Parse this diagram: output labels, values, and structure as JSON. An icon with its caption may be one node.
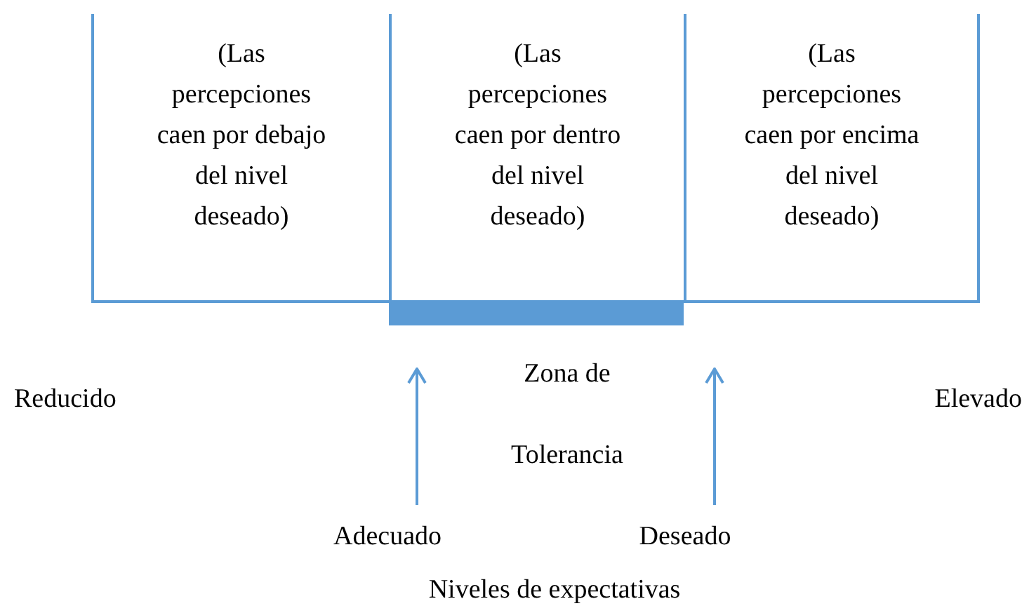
{
  "diagram": {
    "nodes": [
      {
        "text": [
          "(Las percepciones caen por debajo del nivel deseado)"
        ]
      },
      {
        "text": [
          "(Las percepciones caen por dentro del nivel deseado)"
        ]
      },
      {
        "text": [
          "(Las percepciones caen por encima del nivel deseado)"
        ]
      },
      {
        "text": [
          "Adecuado"
        ]
      },
      {
        "text": [
          "Deseado"
        ]
      },
      {
        "text": [],
        "shape": "bar"
      }
    ],
    "edges": [
      {
        "from": 3,
        "to": null,
        "arrow": "to"
      },
      {
        "from": 4,
        "to": null,
        "arrow": "to"
      }
    ],
    "labels": [
      "Zona de Tolerancia",
      "Reducido",
      "Elevado",
      "Niveles de expectativas"
    ]
  }
}
